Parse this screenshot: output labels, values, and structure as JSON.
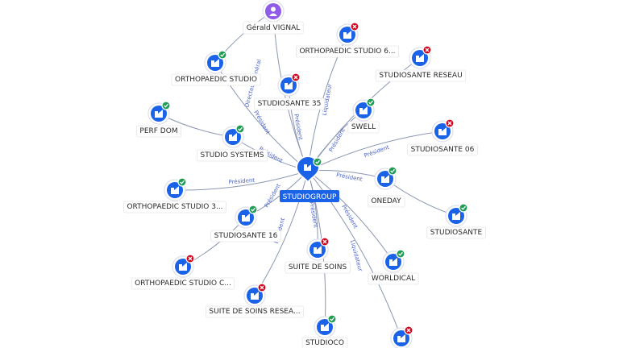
{
  "center": {
    "label": "STUDIOGROUP"
  },
  "nodes": [
    {
      "id": "gerald",
      "label": "Gérald VIGNAL",
      "kind": "person",
      "status": ""
    },
    {
      "id": "ortho6",
      "label": "ORTHOPAEDIC STUDIO 6...",
      "kind": "company",
      "status": "closed"
    },
    {
      "id": "reseau",
      "label": "STUDIOSANTE RESEAU",
      "kind": "company",
      "status": "closed"
    },
    {
      "id": "ortho",
      "label": "ORTHOPAEDIC STUDIO",
      "kind": "company",
      "status": "active"
    },
    {
      "id": "s35",
      "label": "STUDIOSANTE 35",
      "kind": "company",
      "status": "closed"
    },
    {
      "id": "swell",
      "label": "SWELL",
      "kind": "company",
      "status": "active"
    },
    {
      "id": "perf",
      "label": "PERF DOM",
      "kind": "company",
      "status": "active"
    },
    {
      "id": "systems",
      "label": "STUDIO SYSTEMS",
      "kind": "company",
      "status": "active"
    },
    {
      "id": "s06",
      "label": "STUDIOSANTE 06",
      "kind": "company",
      "status": "closed"
    },
    {
      "id": "oneday",
      "label": "ONEDAY",
      "kind": "company",
      "status": "active"
    },
    {
      "id": "ortho3",
      "label": "ORTHOPAEDIC STUDIO 3...",
      "kind": "company",
      "status": "active"
    },
    {
      "id": "studiosante",
      "label": "STUDIOSANTE",
      "kind": "company",
      "status": "active"
    },
    {
      "id": "s16",
      "label": "STUDIOSANTE 16",
      "kind": "company",
      "status": "active"
    },
    {
      "id": "soins",
      "label": "SUITE DE SOINS",
      "kind": "company",
      "status": "closed"
    },
    {
      "id": "worldical",
      "label": "WORLDICAL",
      "kind": "company",
      "status": "active"
    },
    {
      "id": "orthoc",
      "label": "ORTHOPAEDIC STUDIO C...",
      "kind": "company",
      "status": "closed"
    },
    {
      "id": "soinsres",
      "label": "SUITE DE SOINS RESEA...",
      "kind": "company",
      "status": "closed"
    },
    {
      "id": "studioco",
      "label": "STUDIOCO",
      "kind": "company",
      "status": "active"
    },
    {
      "id": "bottomright",
      "label": "",
      "kind": "company",
      "status": "closed"
    }
  ],
  "edges": [
    {
      "from": "gerald",
      "to": "center",
      "label": ""
    },
    {
      "from": "gerald",
      "to": "ortho",
      "label": "Directeur général"
    },
    {
      "from": "ortho6",
      "to": "center",
      "label": "Liquidateur"
    },
    {
      "from": "reseau",
      "to": "center",
      "label": ""
    },
    {
      "from": "ortho",
      "to": "center",
      "label": "Président"
    },
    {
      "from": "s35",
      "to": "center",
      "label": "Président"
    },
    {
      "from": "swell",
      "to": "center",
      "label": "Président"
    },
    {
      "from": "perf",
      "to": "systems",
      "label": ""
    },
    {
      "from": "systems",
      "to": "center",
      "label": "Président"
    },
    {
      "from": "s06",
      "to": "center",
      "label": "Président"
    },
    {
      "from": "oneday",
      "to": "center",
      "label": "Président"
    },
    {
      "from": "oneday",
      "to": "studiosante",
      "label": ""
    },
    {
      "from": "ortho3",
      "to": "center",
      "label": "Président"
    },
    {
      "from": "s16",
      "to": "center",
      "label": "Président"
    },
    {
      "from": "soins",
      "to": "center",
      "label": "Président"
    },
    {
      "from": "worldical",
      "to": "center",
      "label": "Président"
    },
    {
      "from": "orthoc",
      "to": "s16",
      "label": ""
    },
    {
      "from": "soinsres",
      "to": "center",
      "label": "Président"
    },
    {
      "from": "studioco",
      "to": "center",
      "label": ""
    },
    {
      "from": "bottomright",
      "to": "center",
      "label": "Liquidateur"
    }
  ],
  "colors": {
    "accent": "#1a63e8",
    "active": "#1f9d55",
    "closed": "#d0021b",
    "person": "#8f5be8",
    "edge": "#8a96b3"
  }
}
